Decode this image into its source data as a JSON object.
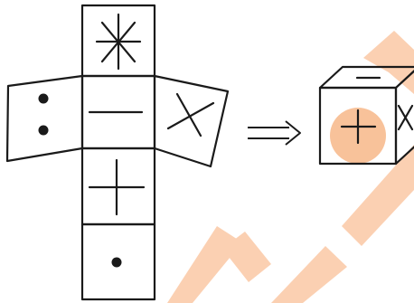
{
  "figure": {
    "net": {
      "faces": [
        {
          "position": "top",
          "symbol": "asterisk"
        },
        {
          "position": "center",
          "symbol": "dash"
        },
        {
          "position": "left",
          "symbol": "two-dots"
        },
        {
          "position": "right",
          "symbol": "cross-x"
        },
        {
          "position": "below-center",
          "symbol": "plus"
        },
        {
          "position": "bottom",
          "symbol": "single-dot"
        }
      ]
    },
    "arrow": {
      "direction": "right",
      "style": "double-line"
    },
    "cube": {
      "visible_faces": [
        {
          "face": "top",
          "symbol": "dash"
        },
        {
          "face": "front",
          "symbol": "plus",
          "highlighted": true
        },
        {
          "face": "right",
          "symbol": "cross-x"
        }
      ]
    },
    "colors": {
      "line": "#1a1a1a",
      "watermark": "#fbd0b2",
      "highlight_circle": "#f8c29a"
    }
  }
}
